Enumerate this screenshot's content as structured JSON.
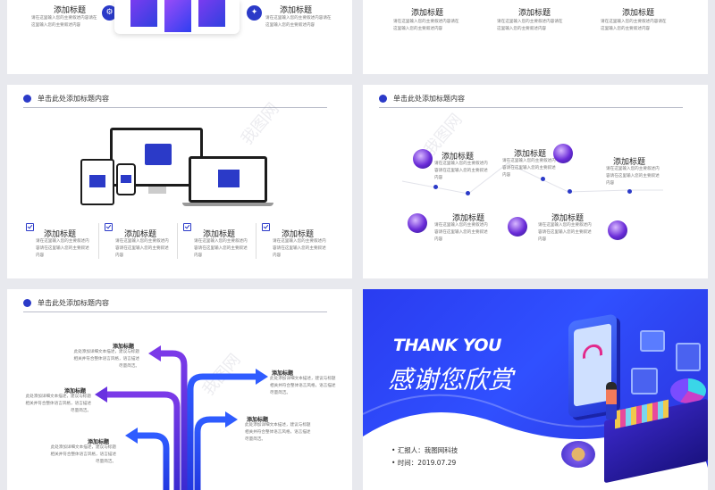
{
  "slide1": {
    "left_title": "添加标题",
    "left_body": "请在这里输入您的主要叙述内容请在这里输入您的主要叙述内容",
    "right_title": "添加标题",
    "right_body": "请在这里输入您的主要叙述内容请在这里输入您的主要叙述内容"
  },
  "slide2": {
    "items": [
      {
        "title": "添加标题",
        "body": "请在这里输入您的主要叙述内容请在这里输入您的主要叙述内容"
      },
      {
        "title": "添加标题",
        "body": "请在这里输入您的主要叙述内容请在这里输入您的主要叙述内容"
      },
      {
        "title": "添加标题",
        "body": "请在这里输入您的主要叙述内容请在这里输入您的主要叙述内容"
      }
    ]
  },
  "slide3": {
    "header": "单击此处添加标题内容",
    "items": [
      {
        "title": "添加标题",
        "body": "请在这里输入您的主要叙述内容请在这里输入您的主要叙述内容"
      },
      {
        "title": "添加标题",
        "body": "请在这里输入您的主要叙述内容请在这里输入您的主要叙述内容"
      },
      {
        "title": "添加标题",
        "body": "请在这里输入您的主要叙述内容请在这里输入您的主要叙述内容"
      },
      {
        "title": "添加标题",
        "body": "请在这里输入您的主要叙述内容请在这里输入您的主要叙述内容"
      }
    ]
  },
  "slide4": {
    "header": "单击此处添加标题内容",
    "items": [
      {
        "title": "添加标题",
        "body": "请在这里输入您的主要叙述内容请在这里输入您的主要叙述内容"
      },
      {
        "title": "添加标题",
        "body": "请在这里输入您的主要叙述内容请在这里输入您的主要叙述内容"
      },
      {
        "title": "添加标题",
        "body": "请在这里输入您的主要叙述内容请在这里输入您的主要叙述内容"
      },
      {
        "title": "添加标题",
        "body": "请在这里输入您的主要叙述内容请在这里输入您的主要叙述内容"
      },
      {
        "title": "添加标题",
        "body": "请在这里输入您的主要叙述内容请在这里输入您的主要叙述内容"
      }
    ]
  },
  "slide5": {
    "header": "单击此处添加标题内容",
    "items": [
      {
        "title": "添加标题",
        "body": "此处添加详细文本描述，建议与标题相关并符合整体语言风格，语言描述尽量简洁。"
      },
      {
        "title": "添加标题",
        "body": "此处添加详细文本描述，建议与标题相关并符合整体语言风格，语言描述尽量简洁。"
      },
      {
        "title": "添加标题",
        "body": "此处添加详细文本描述，建议与标题相关并符合整体语言风格，语言描述尽量简洁。"
      },
      {
        "title": "添加标题",
        "body": "此处添加详细文本描述，建议与标题相关并符合整体语言风格，语言描述尽量简洁。"
      },
      {
        "title": "添加标题",
        "body": "此处添加详细文本描述，建议与标题相关并符合整体语言风格，语言描述尽量简洁。"
      }
    ]
  },
  "slide6": {
    "thank_en": "THANK YOU",
    "thank_cn": "感谢您欣赏",
    "reporter": "汇报人：我图网科技",
    "date": "时间：2019.07.29"
  },
  "watermark": "我图网",
  "colors": {
    "accent": "#2b3ac8",
    "purple": "#6a2bd8",
    "blue_bg": "#3050ff"
  }
}
